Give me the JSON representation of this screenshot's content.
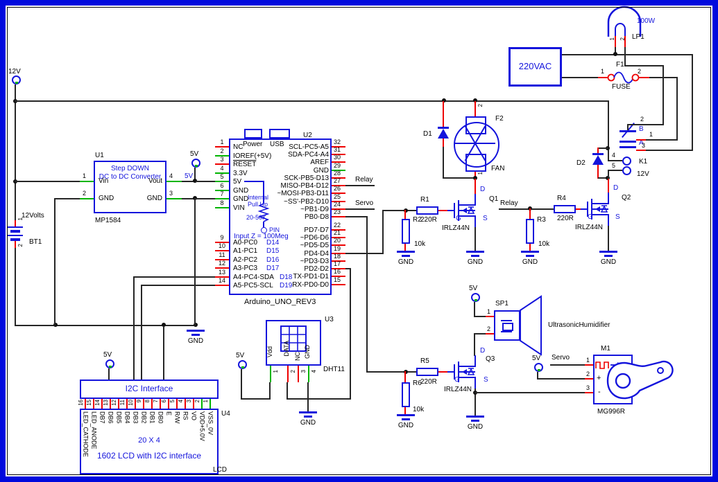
{
  "common": {
    "gnd": "GND",
    "r220": "220R",
    "r10k": "10k",
    "mosfet": "IRLZ44N",
    "v5": "5V",
    "relay": "Relay",
    "servo": "Servo",
    "g": "G",
    "d": "D",
    "s": "S"
  },
  "bt1": {
    "ref": "BT1",
    "label": "12Volts",
    "net": "12V",
    "p1": "1",
    "p2": "2"
  },
  "u1": {
    "ref": "U1",
    "line1": "Step DOWN",
    "line2": "DC to DC Converter",
    "vin": "Vin",
    "vout": "Vout",
    "gnd": "GND",
    "part": "MP1584",
    "p1": "1",
    "p2": "2",
    "p3": "3",
    "p4": "4",
    "vout_net": "5V",
    "node": "5V"
  },
  "u2": {
    "ref": "U2",
    "power": "Power",
    "usb": "USB",
    "part": "Arduino_UNO_REV3",
    "pull1": "Internal",
    "pull2": "Pull Up",
    "pull3": "20-50K",
    "pin_lbl": "PIN",
    "inputz": "Input Z = 100Meg",
    "left": [
      {
        "n": "1",
        "t": "NC"
      },
      {
        "n": "2",
        "t": "IOREF(+5V)"
      },
      {
        "n": "3",
        "t": "RESET"
      },
      {
        "n": "4",
        "t": "3.3V"
      },
      {
        "n": "5",
        "t": "5V"
      },
      {
        "n": "6",
        "t": "GND"
      },
      {
        "n": "7",
        "t": "GND"
      },
      {
        "n": "8",
        "t": "VIN"
      }
    ],
    "analog": [
      {
        "n": "9",
        "t": "A0-PC0",
        "d": "D14"
      },
      {
        "n": "10",
        "t": "A1-PC1",
        "d": "D15"
      },
      {
        "n": "11",
        "t": "A2-PC2",
        "d": "D16"
      },
      {
        "n": "12",
        "t": "A3-PC3",
        "d": "D17"
      },
      {
        "n": "13",
        "t": "A4-PC4-SDA",
        "d": "D18"
      },
      {
        "n": "14",
        "t": "A5-PC5-SCL",
        "d": "D19"
      }
    ],
    "right": [
      {
        "n": "32",
        "t": "SCL-PC5-A5"
      },
      {
        "n": "31",
        "t": "SDA-PC4-A4"
      },
      {
        "n": "30",
        "t": "AREF"
      },
      {
        "n": "29",
        "t": "GND"
      },
      {
        "n": "28",
        "t": "SCK-PB5-D13"
      },
      {
        "n": "27",
        "t": "MISO-PB4-D12"
      },
      {
        "n": "26",
        "t": "~MOSI-PB3-D11"
      },
      {
        "n": "25",
        "t": "~SS'-PB2-D10"
      },
      {
        "n": "24",
        "t": "~PB1-D9"
      },
      {
        "n": "23",
        "t": "PB0-D8"
      },
      {
        "n": "22",
        "t": "PD7-D7"
      },
      {
        "n": "21",
        "t": "~PD6-D6"
      },
      {
        "n": "20",
        "t": "~PD5-D5"
      },
      {
        "n": "19",
        "t": "PD4-D4"
      },
      {
        "n": "18",
        "t": "~PD3-D3"
      },
      {
        "n": "17",
        "t": "PD2-D2"
      },
      {
        "n": "16",
        "t": "TX-PD1-D1"
      },
      {
        "n": "15",
        "t": "RX-PD0-D0"
      }
    ]
  },
  "u3": {
    "ref": "U3",
    "part": "DHT11",
    "node": "5V",
    "pins": [
      {
        "n": "1",
        "t": "Vdd"
      },
      {
        "n": "2",
        "t": "DATA"
      },
      {
        "n": "3",
        "t": "NC"
      },
      {
        "n": "4",
        "t": "GND"
      }
    ]
  },
  "lcd": {
    "i2c": "I2C Interface",
    "ref": "U4",
    "size": "20 X 4",
    "title": "1602 LCD with I2C interface",
    "tag": "LCD",
    "node": "5V",
    "pins": [
      {
        "n": "16",
        "t": "LED_CATHODE"
      },
      {
        "n": "15",
        "t": "LED_ANODE"
      },
      {
        "n": "14",
        "t": "DB7"
      },
      {
        "n": "13",
        "t": "DB6"
      },
      {
        "n": "12",
        "t": "DB5"
      },
      {
        "n": "11",
        "t": "DB4"
      },
      {
        "n": "10",
        "t": "DB3"
      },
      {
        "n": "9",
        "t": "DB2"
      },
      {
        "n": "8",
        "t": "DB1"
      },
      {
        "n": "7",
        "t": "DB0"
      },
      {
        "n": "6",
        "t": "E"
      },
      {
        "n": "5",
        "t": "R/W"
      },
      {
        "n": "4",
        "t": "RS"
      },
      {
        "n": "3",
        "t": "VO"
      },
      {
        "n": "2",
        "t": "VDD+5.0V"
      },
      {
        "n": "1",
        "t": "VSS_0V"
      }
    ]
  },
  "lamp": {
    "ref": "LP1",
    "watt": "100W",
    "p1": "1",
    "p2": "2"
  },
  "vac": {
    "label": "220VAC"
  },
  "fuse": {
    "ref": "F1",
    "name": "FUSE",
    "p1": "1",
    "p2": "2"
  },
  "fan": {
    "ref": "F2",
    "name": "FAN",
    "p1": "1",
    "p2": "2"
  },
  "d1": {
    "ref": "D1"
  },
  "d2": {
    "ref": "D2"
  },
  "k1": {
    "ref": "K1",
    "volt": "12V",
    "a": "A",
    "b": "B",
    "p1": "1",
    "p2": "2",
    "p3": "3",
    "p4": "4",
    "p5": "5"
  },
  "q1": {
    "ref": "Q1",
    "rg": "R1",
    "rpd": "R2"
  },
  "q2": {
    "ref": "Q2",
    "rg": "R4",
    "rpd": "R3"
  },
  "q3": {
    "ref": "Q3",
    "rg": "R5",
    "rpd": "R6"
  },
  "sp1": {
    "ref": "SP1",
    "name": "UltrasonicHumidifier",
    "node": "5V",
    "p1": "1",
    "p2": "2"
  },
  "m1": {
    "ref": "M1",
    "part": "MG996R",
    "node": "5V",
    "p1": "1",
    "p2": "2",
    "p3": "3",
    "plus": "+",
    "minus": "-"
  }
}
